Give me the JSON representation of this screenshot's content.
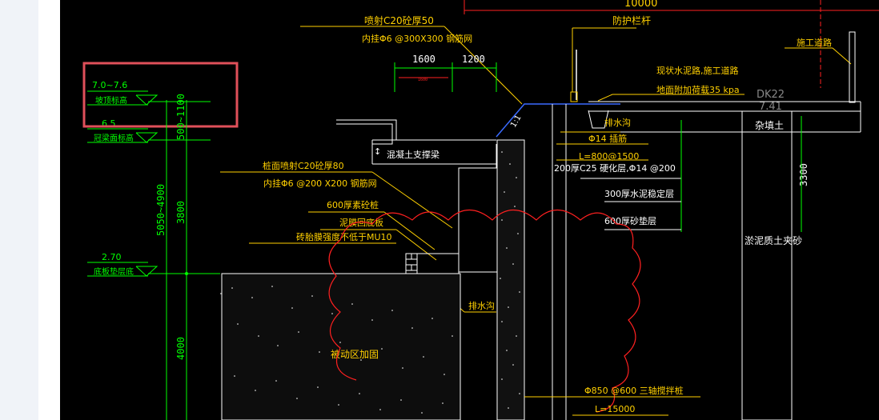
{
  "dims": {
    "top": "10000",
    "d1600": "1600",
    "d1200": "1200",
    "d1600_small": "1600",
    "v500_1100": "500~1100",
    "v5050_4900": "5050~4900",
    "v3800": "3800",
    "v4000": "4000",
    "v3300": "3300"
  },
  "elevations": {
    "top_range": "7.0~7.6",
    "top_label": "坡顶标高",
    "mid_val": "6.5",
    "mid_label": "冠梁面标高",
    "base_val": "2.70",
    "base_label": "底板垫层底"
  },
  "labels": {
    "shotcrete_top_1": "喷射C20砼厚50",
    "shotcrete_top_2": "内挂Φ6 @300X300 钢筋网",
    "guardrail": "防护栏杆",
    "construction_road": "施工道路",
    "road_note_1": "现状水泥路,施工道路",
    "road_note_2": "地面附加荷载35 kpa",
    "dk_code": "DK22",
    "dk_value": "7.41",
    "fill_soil": "杂填土",
    "drain": "排水沟",
    "dowel": "Φ14 插筋",
    "dowel_spacing": "L=800@1500",
    "slope_ratio": "1:1",
    "concrete_support": "混凝土支撑梁",
    "pile_face_1": "桩面喷射C20砼厚80",
    "pile_face_2": "内挂Φ6 @200 X200 钢筋网",
    "hardened_layer": "200厚C25 硬化层,Φ14 @200",
    "cement_layer": "300厚水泥稳定层",
    "gravel_layer": "600厚砂垫层",
    "spiral_layer": "600厚素砼桩",
    "inner_wall": "泥膜回底板",
    "brick_mold": "砖胎膜强度不低于MU10",
    "silty_sand": "淤泥质土夹砂",
    "bottom_drain": "排水沟",
    "reinforced_zone": "被动区加固",
    "mixing_pile": "Φ850 @600 三轴搅拌桩",
    "pile_length": "L=15000"
  },
  "colors": {
    "background": "#000000",
    "green": "#00ff00",
    "yellow": "#ffd000",
    "white": "#ffffff",
    "red": "#ff2020",
    "blue": "#3a6bff",
    "highlight": "#e0505a"
  }
}
